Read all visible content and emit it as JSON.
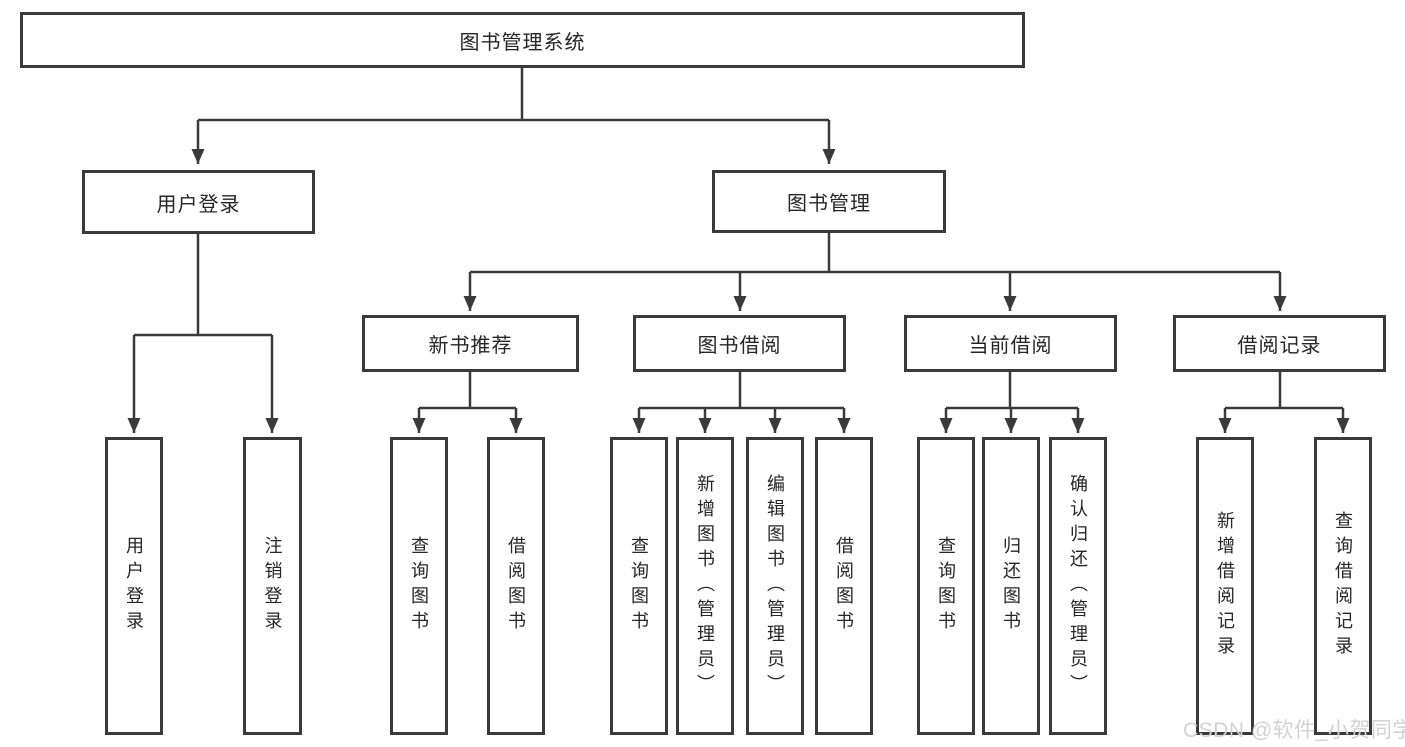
{
  "root": {
    "label": "图书管理系统"
  },
  "level2": {
    "user_login": {
      "label": "用户登录"
    },
    "book_mgmt": {
      "label": "图书管理"
    }
  },
  "level3": {
    "new_books": {
      "label": "新书推荐"
    },
    "book_borrow": {
      "label": "图书借阅"
    },
    "current_borrow": {
      "label": "当前借阅"
    },
    "borrow_records": {
      "label": "借阅记录"
    }
  },
  "leaves": {
    "user_login": [
      "用户登录",
      "注销登录"
    ],
    "new_books": [
      "查询图书",
      "借阅图书"
    ],
    "book_borrow": [
      "查询图书",
      "新增图书（管理员）",
      "编辑图书（管理员）",
      "借阅图书"
    ],
    "current_borrow": [
      "查询图书",
      "归还图书",
      "确认归还（管理员）"
    ],
    "borrow_records": [
      "新增借阅记录",
      "查询借阅记录"
    ]
  },
  "watermark": "CSDN @软件_小贺同学",
  "colors": {
    "line": "#3a3a3a",
    "text": "#262626",
    "box_background": "#ffffff",
    "page_background": "#ffffff",
    "watermark": "#d2d2d2"
  }
}
